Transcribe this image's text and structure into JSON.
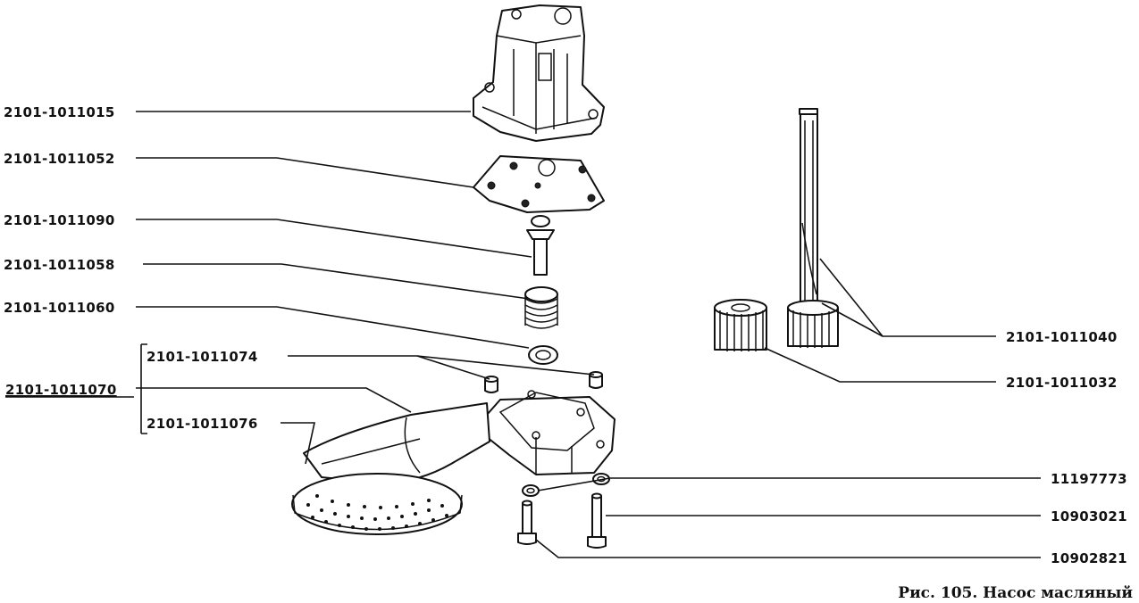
{
  "labels": {
    "l1015": "2101-1011015",
    "l1052": "2101-1011052",
    "l1090": "2101-1011090",
    "l1058": "2101-1011058",
    "l1060": "2101-1011060",
    "l1074": "2101-1011074",
    "l1070": "2101-1011070",
    "l1076": "2101-1011076",
    "l1040": "2101-1011040",
    "l1032": "2101-1011032",
    "l773": "11197773",
    "l021": "10903021",
    "l821": "10902821"
  },
  "caption": "Рис. 105. Насос масляный"
}
